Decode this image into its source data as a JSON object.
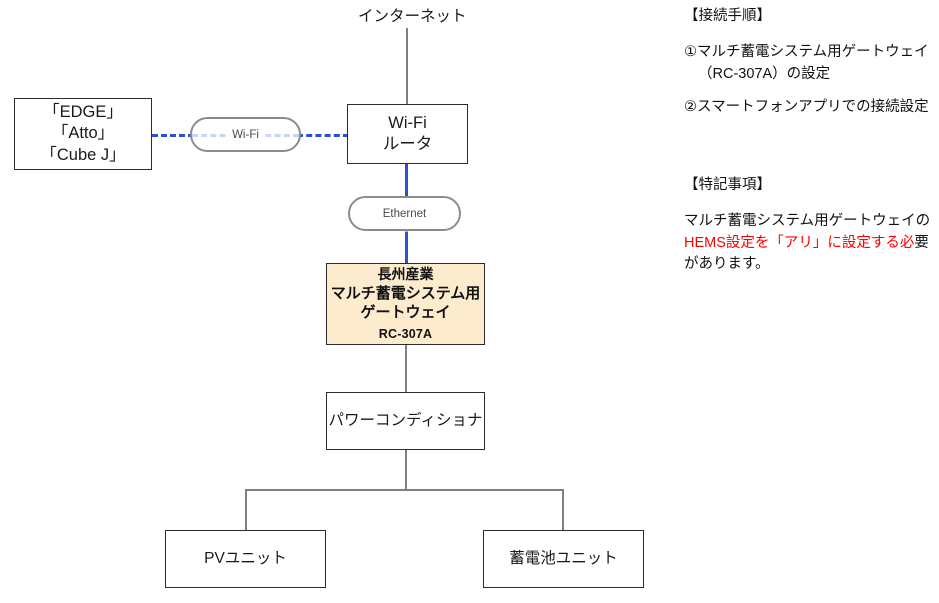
{
  "diagram": {
    "title_label": "インターネット",
    "nodes": {
      "edge": {
        "line1": "「EDGE」",
        "line2": "「Atto」",
        "line3": "「Cube J」"
      },
      "router": {
        "line1": "Wi-Fi",
        "line2": "ルータ"
      },
      "gateway": {
        "maker": "長州産業",
        "name_line1": "マルチ蓄電システム用",
        "name_line2": "ゲートウェイ",
        "model": "RC-307A",
        "fill_color": "#fdebcd"
      },
      "power_conditioner": {
        "label": "パワーコンディショナ"
      },
      "pv_unit": {
        "label": "PVユニット"
      },
      "battery_unit": {
        "label": "蓄電池ユニット"
      }
    },
    "links": {
      "wifi_label": "Wi-Fi",
      "ethernet_label": "Ethernet",
      "wifi_color": "#2b4fd8",
      "ethernet_color": "#2b4fd8",
      "wire_color": "#808080"
    }
  },
  "notes": {
    "procedure_heading": "【接続手順】",
    "procedure_items": [
      {
        "main": "①マルチ蓄電システム用ゲートウェイ",
        "cont": "（RC-307A）の設定"
      },
      {
        "main": "②スマートフォンアプリでの接続設定",
        "cont": ""
      }
    ],
    "remarks_heading": "【特記事項】",
    "remarks_lead": "マルチ蓄電システム用ゲートウェイの",
    "remarks_highlight": "HEMS設定を「アリ」に設定する必",
    "remarks_tail": "要があります。",
    "highlight_color": "#ff0000"
  }
}
